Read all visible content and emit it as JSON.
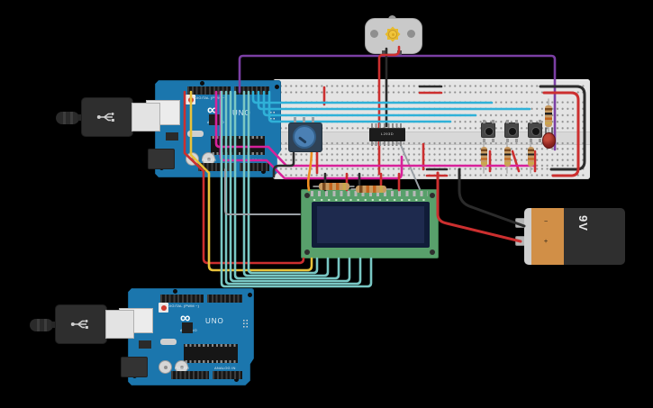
{
  "app": {
    "background": "#000000",
    "tool": "circuit-design-workspace"
  },
  "arduino": {
    "digital_label": "DIGITAL (PWM ~)",
    "logo": "∞",
    "brand": "UNO",
    "maker": "ARDUINO",
    "power_label": "POWER",
    "analog_label": "ANALOG IN"
  },
  "breadboard": {
    "minus": "−",
    "plus": "+"
  },
  "chip": {
    "label": "L293D"
  },
  "battery": {
    "label": "9V",
    "minus": "−",
    "plus": "+"
  },
  "colors": {
    "board_blue": "#1b76ad",
    "breadboard_gray": "#e4e4e4",
    "lcd_green": "#58a06b",
    "lcd_screen_navy": "#101c38",
    "battery_black": "#2f2f2f",
    "battery_orange": "#d18f47",
    "led_red": "#8c2420",
    "wire_cyan": "#2fb1d8",
    "wire_teal": "#79c7c4",
    "wire_magenta": "#d8219a",
    "wire_purple": "#7b3fa4",
    "wire_red": "#cc2f2f",
    "wire_yellow": "#e8c23a",
    "wire_orange": "#ef8f21",
    "wire_black": "#2b2b2b",
    "wire_gray": "#9aa0a6",
    "lead_silver": "#b0b0b0"
  }
}
